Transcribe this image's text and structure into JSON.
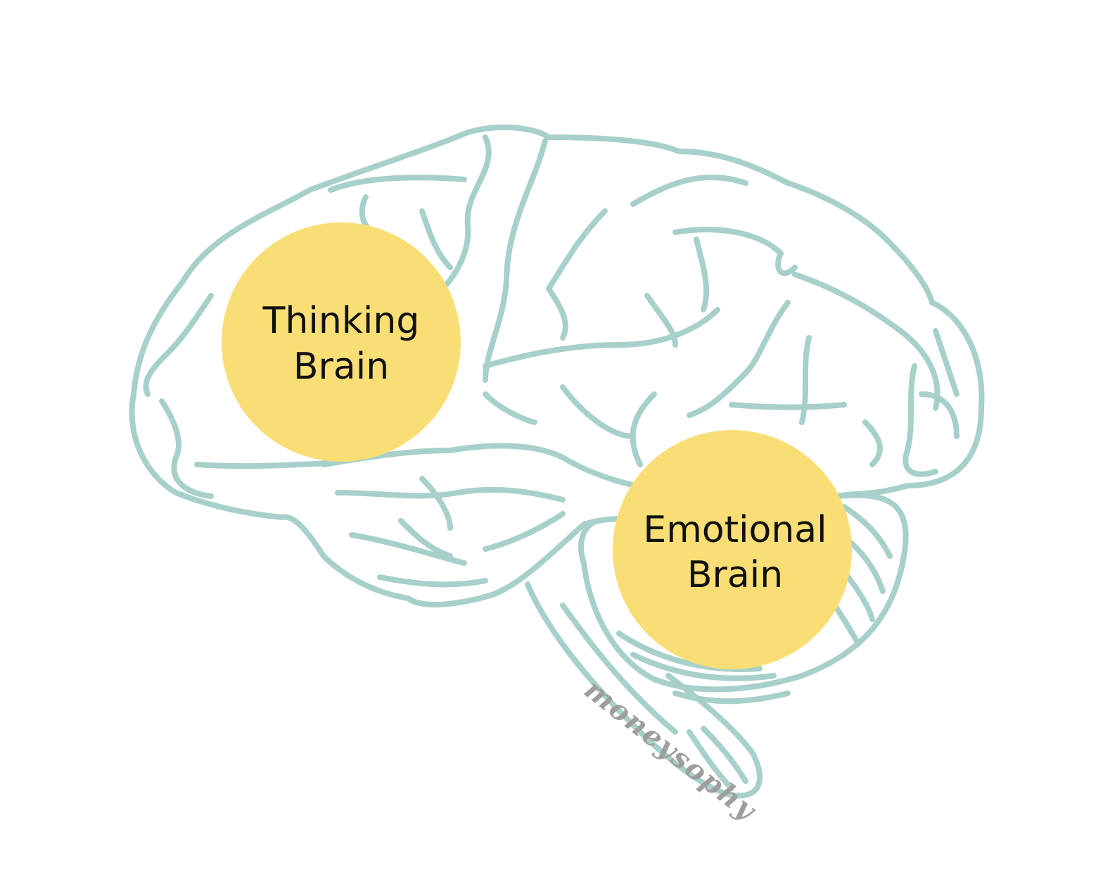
{
  "colors": {
    "outline": "#a6d0c9",
    "bubble": "#f8de75",
    "text": "#111111",
    "watermark": "#9e9e9e",
    "background": "#ffffff"
  },
  "labels": {
    "thinking": {
      "line1": "Thinking",
      "line2": "Brain"
    },
    "emotional": {
      "line1": "Emotional",
      "line2": "Brain"
    }
  },
  "watermark": {
    "text": "moneysophy"
  }
}
